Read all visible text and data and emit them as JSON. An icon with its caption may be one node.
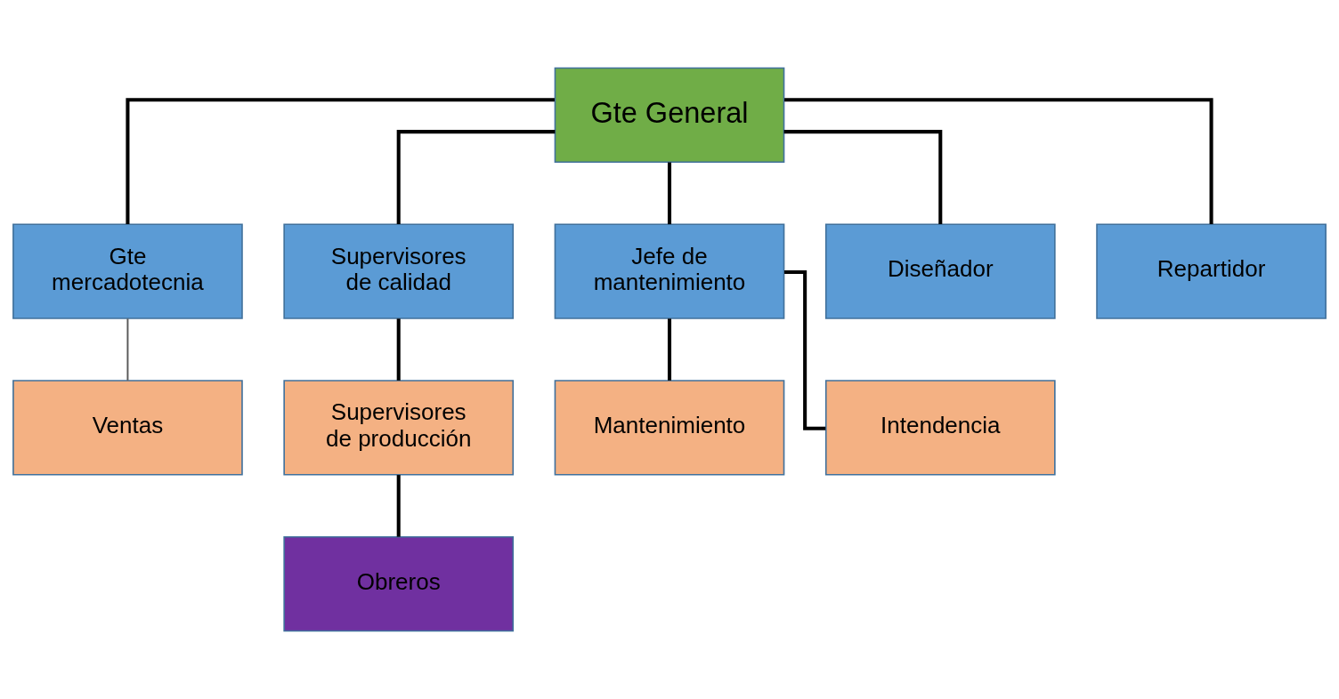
{
  "diagram": {
    "nodes": [
      {
        "text": [
          "Gte General"
        ]
      },
      {
        "text": [
          "Gte mercadotecnia"
        ]
      },
      {
        "text": [
          "Supervisores de calidad"
        ]
      },
      {
        "text": [
          "Jefe de mantenimiento"
        ]
      },
      {
        "text": [
          "Diseñador"
        ]
      },
      {
        "text": [
          "Repartidor"
        ]
      },
      {
        "text": [
          "Ventas"
        ]
      },
      {
        "text": [
          "Supervisores de producción"
        ]
      },
      {
        "text": [
          "Mantenimiento"
        ]
      },
      {
        "text": [
          "Intendencia"
        ]
      },
      {
        "text": [
          "Obreros"
        ]
      }
    ],
    "edges": [
      {
        "from": 0,
        "to": 1,
        "arrow": "none"
      },
      {
        "from": 0,
        "to": 2,
        "arrow": "none"
      },
      {
        "from": 0,
        "to": 3,
        "arrow": "none"
      },
      {
        "from": 0,
        "to": 4,
        "arrow": "none"
      },
      {
        "from": 0,
        "to": 5,
        "arrow": "none"
      },
      {
        "from": 1,
        "to": 6,
        "arrow": "none",
        "color": "#595959"
      },
      {
        "from": 2,
        "to": 7,
        "arrow": "none"
      },
      {
        "from": 3,
        "to": 8,
        "arrow": "none"
      },
      {
        "from": 3,
        "to": 9,
        "arrow": "none"
      },
      {
        "from": 7,
        "to": 10,
        "arrow": "none"
      }
    ]
  }
}
